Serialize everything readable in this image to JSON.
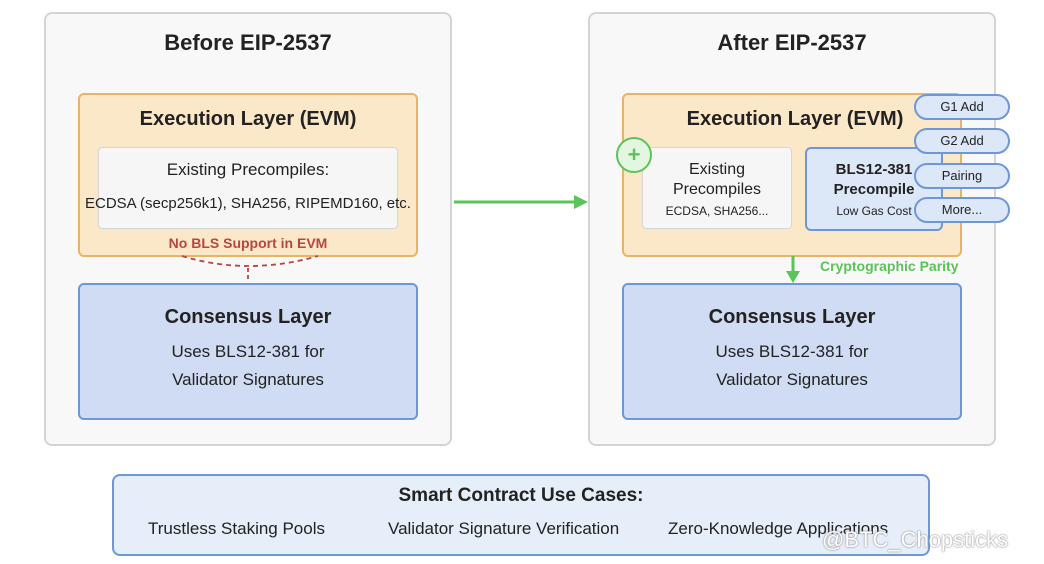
{
  "before": {
    "title": "Before EIP-2537",
    "execution": {
      "title": "Execution Layer (EVM)",
      "precompiles_title": "Existing Precompiles:",
      "precompiles_list": "ECDSA (secp256k1), SHA256, RIPEMD160, etc."
    },
    "no_bls_label": "No BLS Support in EVM",
    "consensus": {
      "title": "Consensus Layer",
      "line1": "Uses BLS12-381 for",
      "line2": "Validator Signatures"
    }
  },
  "after": {
    "title": "After EIP-2537",
    "execution": {
      "title": "Execution Layer (EVM)",
      "plus_glyph": "+",
      "existing_line1": "Existing",
      "existing_line2": "Precompiles",
      "existing_sub": "ECDSA, SHA256...",
      "bls_line1": "BLS12-381",
      "bls_line2": "Precompile",
      "bls_sub": "Low Gas Cost"
    },
    "ops": [
      "G1 Add",
      "G2 Add",
      "Pairing",
      "More..."
    ],
    "parity_label": "Cryptographic Parity",
    "consensus": {
      "title": "Consensus Layer",
      "line1": "Uses BLS12-381 for",
      "line2": "Validator Signatures"
    }
  },
  "use_cases": {
    "title": "Smart Contract Use Cases:",
    "items": [
      "Trustless Staking Pools",
      "Validator Signature Verification",
      "Zero-Knowledge Applications"
    ]
  },
  "watermark": "@BTC_Chopsticks",
  "colors": {
    "execution_fill": "#fbe8c8",
    "execution_border": "#e5b467",
    "consensus_fill": "#cfdcf3",
    "consensus_border": "#6f97d6",
    "arrow_green": "#5cc25a",
    "warning_red": "#b5483e"
  }
}
